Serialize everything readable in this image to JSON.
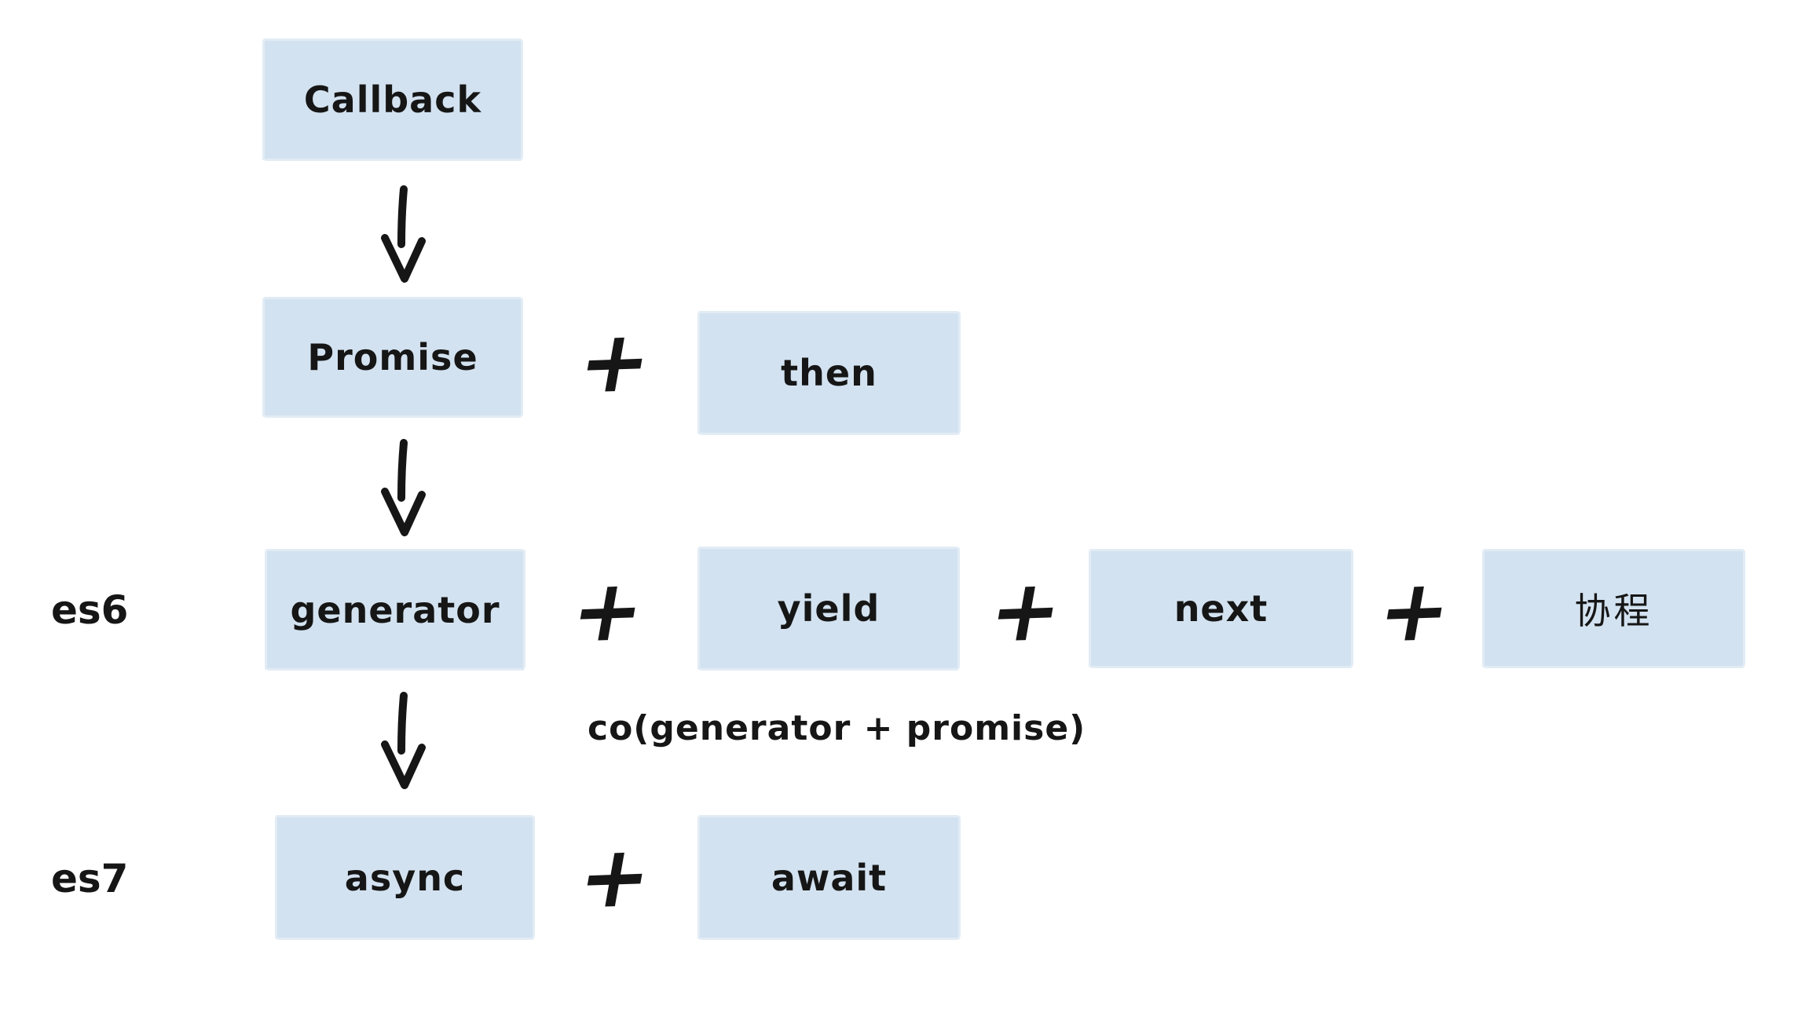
{
  "colors": {
    "box_fill": "#d3e2f0",
    "text": "#161616",
    "background": "#ffffff"
  },
  "boxes": {
    "callback": "Callback",
    "promise": "Promise",
    "then": "then",
    "generator": "generator",
    "yield": "yield",
    "next": "next",
    "coroutine": "协程",
    "async": "async",
    "await": "await"
  },
  "row_labels": {
    "es6": "es6",
    "es7": "es7"
  },
  "annotations": {
    "co": "co(generator + promise)"
  },
  "operators": {
    "plus": "+"
  }
}
